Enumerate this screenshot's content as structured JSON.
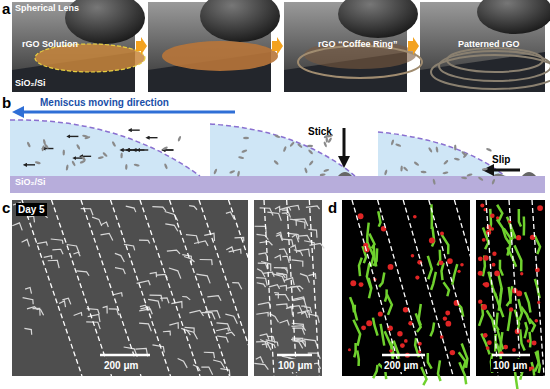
{
  "diagram": {
    "labels": [
      "a",
      "Spherical Lens",
      "rGO Solution",
      "SiO₂/Si",
      "rGO “Coffee Ring”",
      "Patterned rGO",
      "b",
      "Meniscus moving direction",
      "SiO₂/Si",
      "Stick",
      "Slip",
      "c",
      "Day 5",
      "200 μm",
      "100 μm",
      "d",
      "200 μm",
      "100 μm"
    ]
  }
}
